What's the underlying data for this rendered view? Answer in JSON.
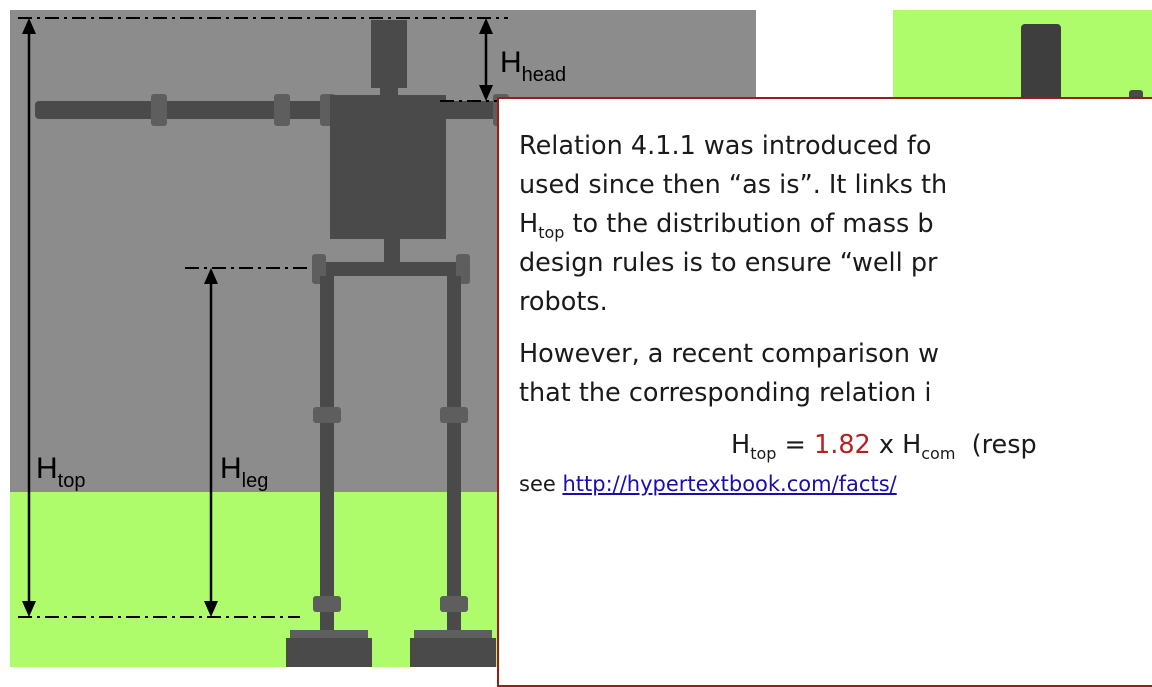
{
  "diagram": {
    "labels": {
      "head": {
        "main": "H",
        "sub": "head"
      },
      "top": {
        "main": "H",
        "sub": "top"
      },
      "leg": {
        "main": "H",
        "sub": "leg"
      }
    },
    "colors": {
      "background_upper": "#8c8c8c",
      "background_lower": "#aefc6c",
      "robot": "#4a4a4a",
      "joint": "#5e5e5e",
      "callout_border": "#9b1c1c",
      "highlight": "#b22222"
    }
  },
  "callout": {
    "line1": "Relation 4.1.1 was introduced fo",
    "line2": "used since then “as is”. It links th",
    "line3_main": "H",
    "line3_sub": "top",
    "line3_rest": " to the distribution of mass b",
    "line4": "design rules is to ensure “well pr",
    "line5": "robots.",
    "line6": "However, a recent comparison w",
    "line7": "that the corresponding relation i",
    "formula": {
      "lhs_main": "H",
      "lhs_sub": "top",
      "equals": " = ",
      "coefficient": "1.82",
      "times": " x H",
      "rhs_sub": "com",
      "tail": "  (resp"
    },
    "see_prefix": "see ",
    "link_text": "http://hypertextbook.com/facts/"
  }
}
